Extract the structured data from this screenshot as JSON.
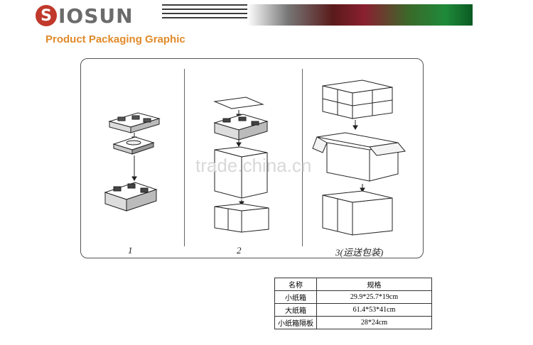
{
  "brand": {
    "logo_letter": "S",
    "logo_text": "IOSUN"
  },
  "page_title": "Product Packaging Graphic",
  "watermark": "trade.china.cn",
  "steps": [
    {
      "label": "1"
    },
    {
      "label": "2"
    },
    {
      "label": "3(运送包装)"
    }
  ],
  "table": {
    "headers": [
      "名称",
      "规格"
    ],
    "rows": [
      [
        "小纸箱",
        "29.9*25.7*19cm"
      ],
      [
        "大纸箱",
        "61.4*53*41cm"
      ],
      [
        "小纸箱隔板",
        "28*24cm"
      ]
    ]
  },
  "colors": {
    "title": "#e08a2a",
    "logo_s": "#c0392b",
    "logo_text": "#6b6b6b"
  }
}
